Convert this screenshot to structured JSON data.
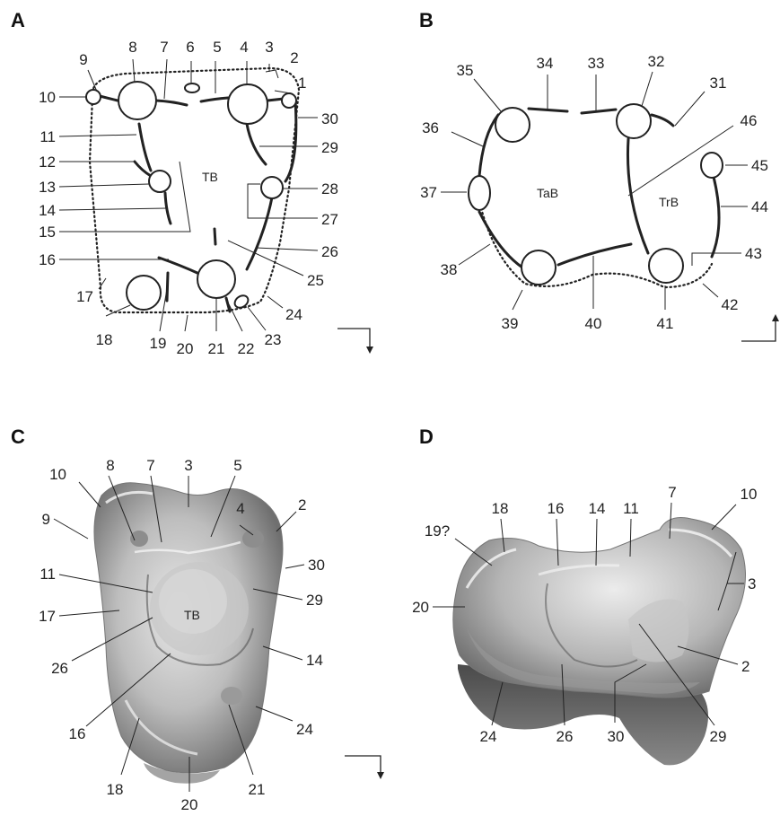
{
  "panels": {
    "a": "A",
    "b": "B",
    "c": "C",
    "d": "D"
  },
  "basins": {
    "a_tb": "TB",
    "b_tab": "TaB",
    "b_trb": "TrB",
    "c_tb": "TB"
  },
  "labels_a": [
    "1",
    "2",
    "3",
    "4",
    "5",
    "6",
    "7",
    "8",
    "9",
    "10",
    "11",
    "12",
    "13",
    "14",
    "15",
    "16",
    "17",
    "18",
    "19",
    "20",
    "21",
    "22",
    "23",
    "24",
    "25",
    "26",
    "27",
    "28",
    "29",
    "30"
  ],
  "labels_b": [
    "31",
    "32",
    "33",
    "34",
    "35",
    "36",
    "37",
    "38",
    "39",
    "40",
    "41",
    "42",
    "43",
    "44",
    "45",
    "46"
  ],
  "labels_c": [
    "10",
    "8",
    "7",
    "3",
    "5",
    "4",
    "2",
    "9",
    "30",
    "11",
    "29",
    "17",
    "14",
    "26",
    "16",
    "24",
    "18",
    "21",
    "20"
  ],
  "labels_d": [
    "19?",
    "18",
    "16",
    "14",
    "11",
    "7",
    "10",
    "3",
    "20",
    "2",
    "24",
    "26",
    "30",
    "29"
  ],
  "colors": {
    "ink": "#222222",
    "tooth_light": "#e6e6e6",
    "tooth_mid": "#b8b8b8",
    "tooth_dark": "#6b6b6b",
    "root_dark": "#555555"
  }
}
